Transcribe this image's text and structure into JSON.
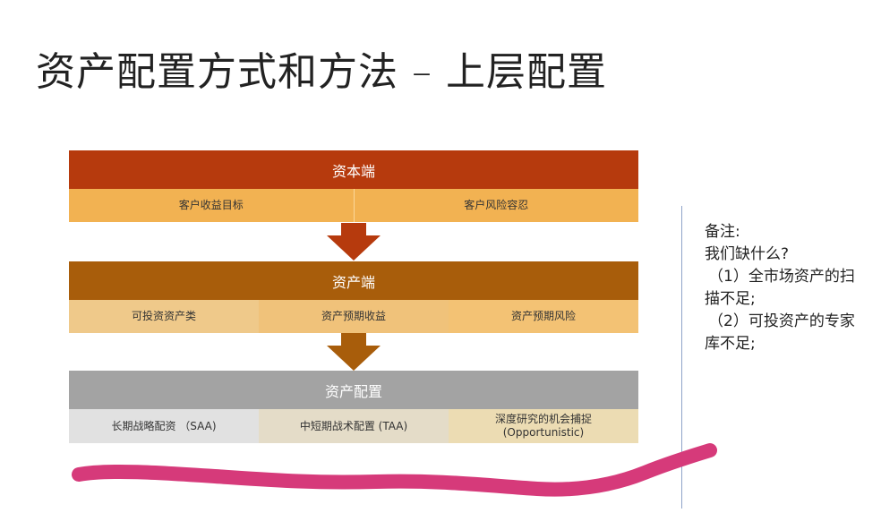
{
  "slide": {
    "title": "资产配置方式和方法 – 上层配置"
  },
  "tiers": [
    {
      "header": "资本端",
      "cells": [
        "客户收益目标",
        "客户风险容忍"
      ]
    },
    {
      "header": "资产端",
      "cells": [
        "可投资资产类",
        "资产预期收益",
        "资产预期风险"
      ]
    },
    {
      "header": "资产配置",
      "cells": [
        "长期战略配资 （SAA)",
        "中短期战术配置 (TAA)",
        "深度研究的机会捕捉\n(Opportunistic)"
      ]
    }
  ],
  "notes": {
    "lines": [
      "备注:",
      "我们缺什么?",
      "（1）全市场资产的扫",
      "描不足;",
      "（2）可投资产的专家",
      "库不足;"
    ]
  },
  "colors": {
    "tier1_header": "#b63a0d",
    "tier1_cells": "#f2b252",
    "tier2_header": "#a85d0b",
    "tier2_cells": "#efc98a",
    "tier3_header": "#a3a3a3",
    "arrow1": "#b63a0d",
    "arrow2": "#a85d0b",
    "scribble": "#d63a7a"
  }
}
